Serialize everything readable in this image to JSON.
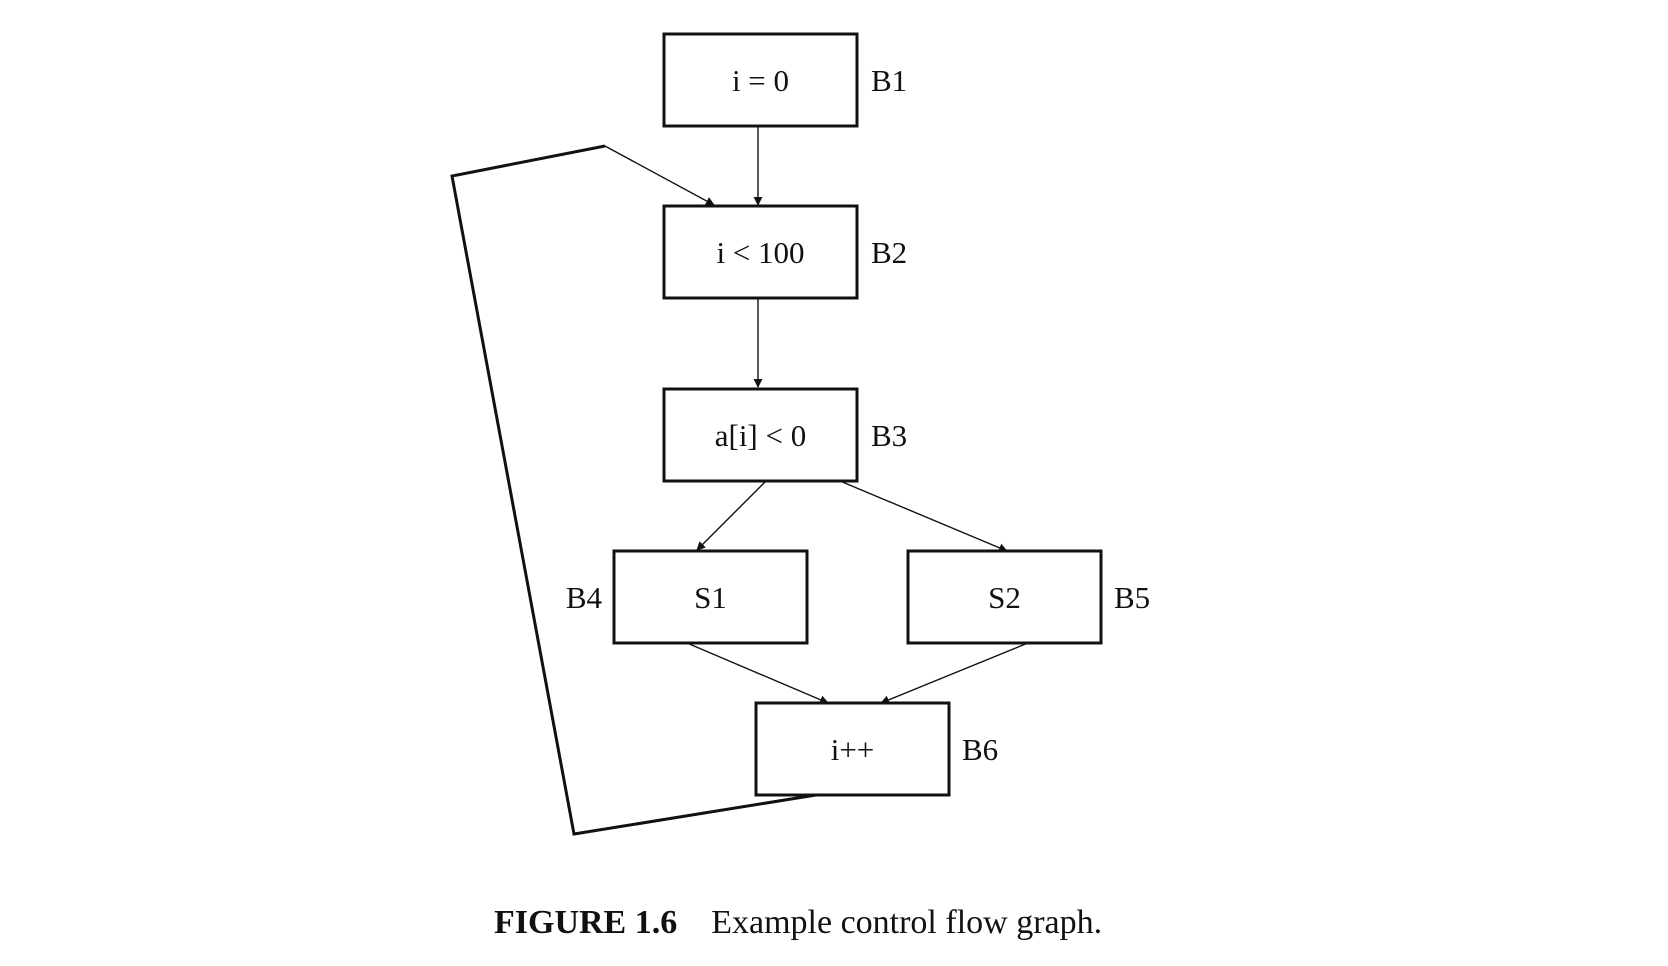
{
  "nodes": [
    {
      "id": "B1",
      "label": "B1",
      "text": "i = 0"
    },
    {
      "id": "B2",
      "label": "B2",
      "text": "i < 100"
    },
    {
      "id": "B3",
      "label": "B3",
      "text": "a[i] < 0"
    },
    {
      "id": "B4",
      "label": "B4",
      "text": "S1"
    },
    {
      "id": "B5",
      "label": "B5",
      "text": "S2"
    },
    {
      "id": "B6",
      "label": "B6",
      "text": "i++"
    }
  ],
  "edges": [
    {
      "from": "B1",
      "to": "B2"
    },
    {
      "from": "B2",
      "to": "B3"
    },
    {
      "from": "B3",
      "to": "B4"
    },
    {
      "from": "B3",
      "to": "B5"
    },
    {
      "from": "B4",
      "to": "B6"
    },
    {
      "from": "B5",
      "to": "B6"
    },
    {
      "from": "B6",
      "to": "B2"
    }
  ],
  "caption": {
    "number": "FIGURE 1.6",
    "text": "Example control flow graph."
  }
}
